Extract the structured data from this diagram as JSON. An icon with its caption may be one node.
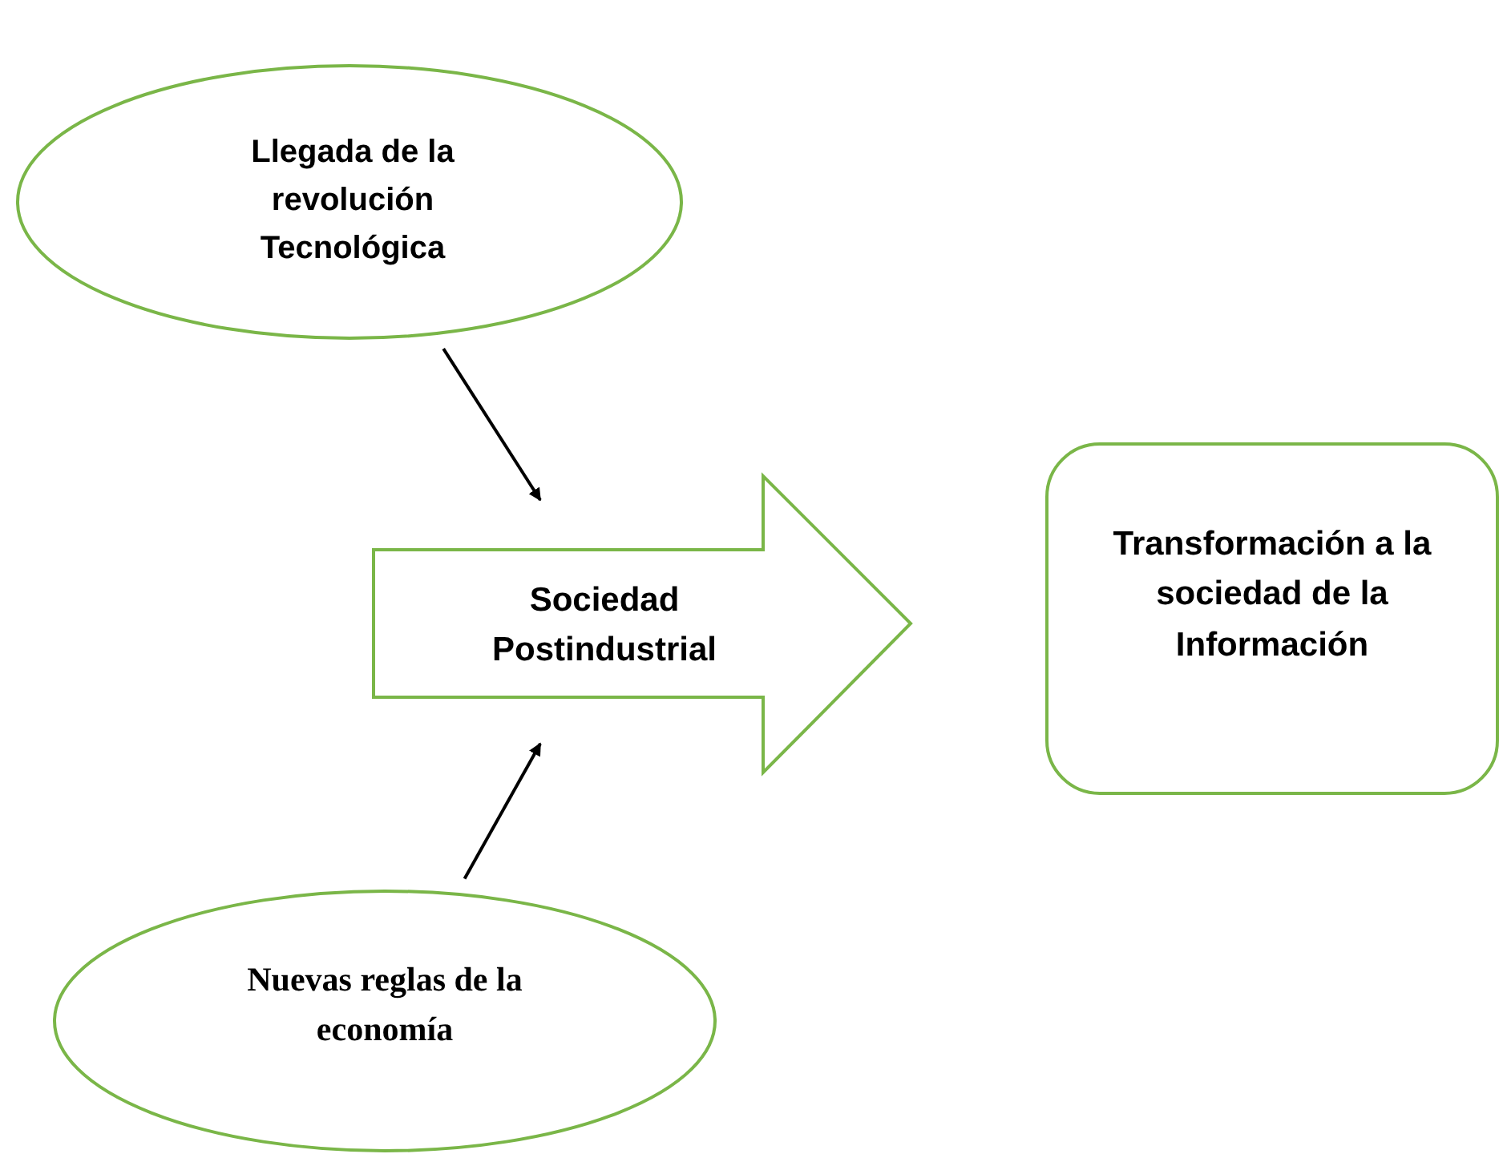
{
  "diagram": {
    "nodes": [
      {
        "text": [
          "Llegada de la revolución Tecnológica"
        ]
      },
      {
        "text": [
          "Sociedad Postindustrial"
        ]
      },
      {
        "text": [
          "Transformación a la sociedad de la Información"
        ]
      },
      {
        "text": [
          "Nuevas reglas de la economía"
        ]
      }
    ],
    "edges": [
      {
        "from": 0,
        "to": 1,
        "arrow": "to"
      },
      {
        "from": 3,
        "to": 1,
        "arrow": "to"
      }
    ]
  }
}
